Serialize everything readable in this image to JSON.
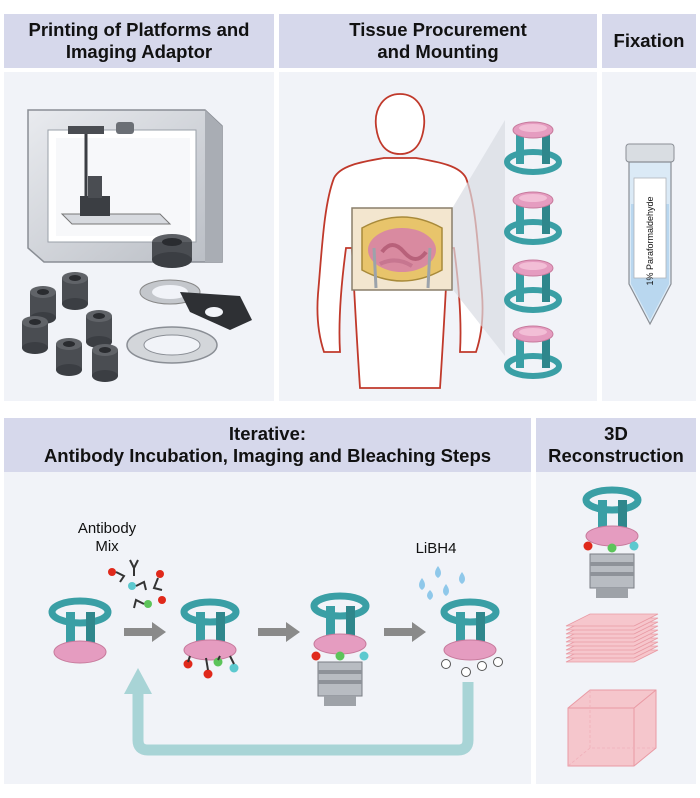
{
  "panels": {
    "printing": {
      "title_line1": "Printing of Platforms and",
      "title_line2": "Imaging Adaptor"
    },
    "tissue": {
      "title_line1": "Tissue Procurement",
      "title_line2": "and Mounting"
    },
    "fixation": {
      "title": "Fixation",
      "tube_label": "1% Paraformaldehyde"
    },
    "iterative": {
      "title_line1": "Iterative:",
      "title_line2": "Antibody Incubation, Imaging and Bleaching Steps",
      "antibody_label_line1": "Antibody",
      "antibody_label_line2": "Mix",
      "bleach_label": "LiBH4"
    },
    "reconstruction": {
      "title_line1": "3D",
      "title_line2": "Reconstruction"
    }
  },
  "colors": {
    "header": "#d6d8eb",
    "panel": "#f1f3f8",
    "teal": "#3a9fa5",
    "tissue": "#e59cc0",
    "arrow": "#8a8a8a",
    "loop_arrow": "#a8d4d6",
    "antibody_red": "#e0291b",
    "antibody_cyan": "#5cc9cf",
    "antibody_green": "#5cc45a"
  }
}
